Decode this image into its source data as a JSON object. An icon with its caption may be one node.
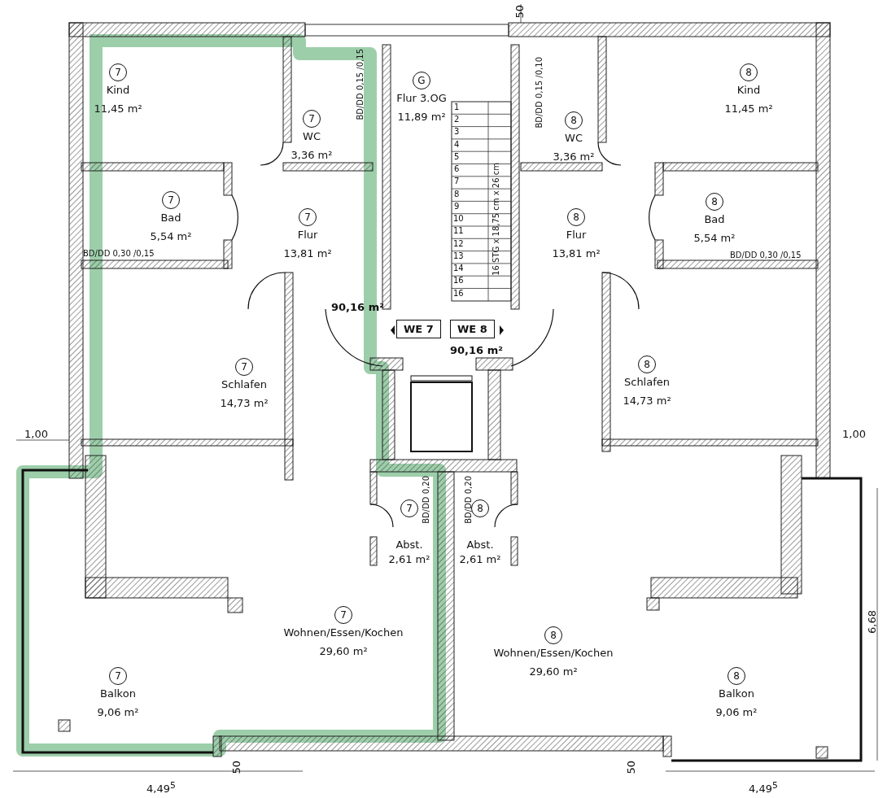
{
  "diagram": {
    "nodes": [
      {
        "text": [
          "7",
          "Kind",
          "11,45 m²"
        ]
      },
      {
        "text": [
          "7",
          "WC",
          "3,36 m²"
        ]
      },
      {
        "text": [
          "G",
          "Flur 3.OG",
          "11,89 m²"
        ]
      },
      {
        "text": [
          "8",
          "WC",
          "3,36 m²"
        ]
      },
      {
        "text": [
          "8",
          "Kind",
          "11,45 m²"
        ]
      },
      {
        "text": [
          "7",
          "Bad",
          "5,54 m²"
        ]
      },
      {
        "text": [
          "7",
          "Flur",
          "13,81 m²"
        ]
      },
      {
        "text": [
          "8",
          "Flur",
          "13,81 m²"
        ]
      },
      {
        "text": [
          "8",
          "Bad",
          "5,54 m²"
        ]
      },
      {
        "text": [
          "7",
          "Schlafen",
          "14,73 m²"
        ]
      },
      {
        "text": [
          "8",
          "Schlafen",
          "14,73 m²"
        ]
      },
      {
        "text": [
          "WE 7"
        ],
        "beside": [
          "90,16 m²"
        ]
      },
      {
        "text": [
          "WE 8"
        ],
        "beside": [
          "90,16 m²"
        ]
      },
      {
        "text": [
          "7",
          "Abst.",
          "2,61 m²"
        ]
      },
      {
        "text": [
          "8",
          "Abst.",
          "2,61 m²"
        ]
      },
      {
        "text": [
          "7",
          "Wohnen/Essen/Kochen",
          "29,60 m²"
        ]
      },
      {
        "text": [
          "8",
          "Wohnen/Essen/Kochen",
          "29,60 m²"
        ]
      },
      {
        "text": [
          "7",
          "Balkon",
          "9,06 m²"
        ]
      },
      {
        "text": [
          "8",
          "Balkon",
          "9,06 m²"
        ]
      }
    ],
    "labels": [
      "50",
      "BD/DD 0,15 /0,15",
      "1",
      "2",
      "3",
      "4",
      "5",
      "6",
      "7",
      "8",
      "9",
      "10",
      "11",
      "12",
      "13",
      "14",
      "16",
      "16",
      "16 STG x 18,75 cm x 26 cm",
      "BD/DD 0,15 /0,10",
      "BD/DD 0,30 /0,15",
      "BD/DD 0,30 /0,15",
      "1,00",
      "1,00",
      "BD/DD 0,20",
      "BD/DD 0,20",
      "6,68",
      "50",
      "50",
      "4,49$^{5}$",
      "4,49$^{5}$"
    ]
  }
}
